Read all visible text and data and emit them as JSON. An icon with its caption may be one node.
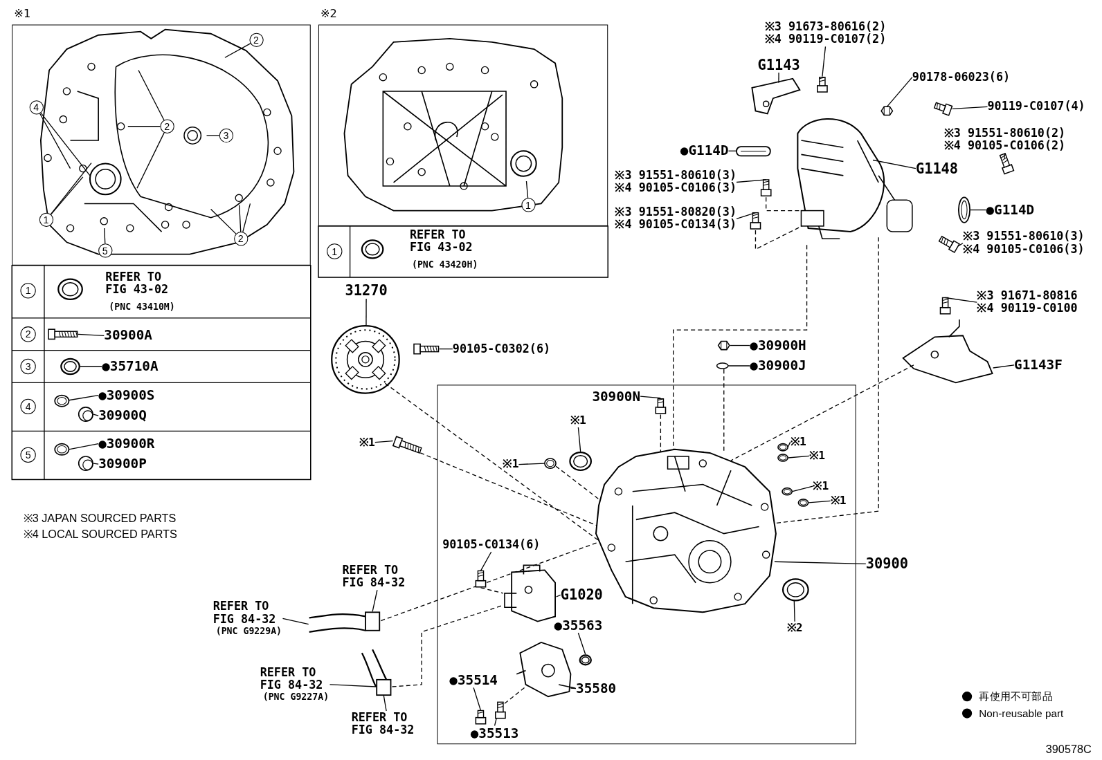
{
  "diagram": {
    "nodes": [
      {
        "text": [
          "※1"
        ]
      },
      {
        "text": [
          "2"
        ],
        "in": 0
      },
      {
        "text": [
          "2"
        ],
        "in": 60
      },
      {
        "text": [
          "3"
        ],
        "in": 60
      },
      {
        "text": [
          "4"
        ],
        "in": 0
      },
      {
        "text": [
          "1"
        ],
        "in": 0
      },
      {
        "text": [
          "5"
        ],
        "in": 0
      },
      {
        "text": [
          "2"
        ],
        "in": 60
      },
      {
        "text": [
          "30900A"
        ]
      },
      {
        "text": [
          "●35710A"
        ]
      },
      {
        "text": [
          "●30900S"
        ]
      },
      {
        "text": [
          "30900Q"
        ]
      },
      {
        "text": [
          "●30900R"
        ]
      },
      {
        "text": [
          "30900P"
        ]
      },
      {
        "text": [
          "※2"
        ]
      },
      {
        "text": [
          "1"
        ],
        "in": 61
      },
      {
        "text": [
          "31270"
        ]
      },
      {
        "text": [
          "90105-C0302(6)"
        ]
      },
      {
        "text": [
          "※3 91673-80616(2)",
          "※4 90119-C0107(2)"
        ]
      },
      {
        "text": [
          "G1143"
        ]
      },
      {
        "text": [
          "90178-06023(6)"
        ]
      },
      {
        "text": [
          "90119-C0107(4)"
        ]
      },
      {
        "text": [
          "※3 91551-80610(2)",
          "※4 90105-C0106(2)"
        ]
      },
      {
        "text": [
          "●G114D"
        ]
      },
      {
        "text": [
          "G1148"
        ]
      },
      {
        "text": [
          "※3 91551-80610(3)",
          "※4 90105-C0106(3)"
        ]
      },
      {
        "text": [
          "※3 91551-80820(3)",
          "※4 90105-C0134(3)"
        ]
      },
      {
        "text": [
          "●G114D"
        ]
      },
      {
        "text": [
          "※3 91551-80610(3)",
          "※4 90105-C0106(3)"
        ]
      },
      {
        "text": [
          "※3 91671-80816",
          "※4 90119-C0100"
        ]
      },
      {
        "text": [
          "G1143F"
        ]
      },
      {
        "text": [
          "●30900H"
        ]
      },
      {
        "text": [
          "●30900J"
        ]
      },
      {
        "text": [
          "※1"
        ]
      },
      {
        "text": [],
        "shape": "box"
      },
      {
        "text": [
          "30900N"
        ],
        "in": 34
      },
      {
        "text": [
          "※1"
        ],
        "in": 34
      },
      {
        "text": [
          "※1"
        ],
        "in": 34
      },
      {
        "text": [
          "※1"
        ],
        "in": 34
      },
      {
        "text": [
          "※1"
        ],
        "in": 34
      },
      {
        "text": [
          "※1"
        ],
        "in": 34
      },
      {
        "text": [
          "※1"
        ],
        "in": 34
      },
      {
        "text": [
          "90105-C0134(6)"
        ],
        "in": 34
      },
      {
        "text": [
          "G1020"
        ],
        "in": 34
      },
      {
        "text": [
          "●35563"
        ],
        "in": 34
      },
      {
        "text": [
          "●35514"
        ],
        "in": 34
      },
      {
        "text": [
          "35580"
        ],
        "in": 34
      },
      {
        "text": [
          "●35513"
        ],
        "in": 34
      },
      {
        "text": [
          "※2"
        ],
        "in": 34
      },
      {
        "text": [
          "30900"
        ]
      },
      {
        "text": [
          "REFER TO FIG 84-32"
        ]
      },
      {
        "text": [
          "REFER TO FIG 84-32",
          "(PNC G9229A)"
        ]
      },
      {
        "text": [
          "REFER TO FIG 84-32",
          "(PNC G9227A)"
        ]
      },
      {
        "text": [
          "REFER TO FIG 84-32"
        ]
      },
      {
        "text": [
          "1"
        ]
      },
      {
        "text": [
          "2"
        ]
      },
      {
        "text": [
          "3"
        ]
      },
      {
        "text": [
          "4"
        ]
      },
      {
        "text": [
          "5"
        ]
      },
      {
        "text": [
          "1"
        ]
      },
      {
        "text": [],
        "shape": "picture",
        "in": 0
      },
      {
        "text": [],
        "shape": "picture",
        "in": 14
      },
      {
        "text": [],
        "shape": "picture"
      },
      {
        "text": [],
        "shape": "picture"
      },
      {
        "text": [],
        "shape": "picture"
      },
      {
        "text": [],
        "shape": "picture"
      },
      {
        "text": [],
        "shape": "picture"
      },
      {
        "text": [],
        "shape": "picture"
      },
      {
        "text": [],
        "shape": "picture"
      },
      {
        "text": [],
        "shape": "picture"
      },
      {
        "text": [],
        "shape": "picture"
      },
      {
        "text": [],
        "shape": "picture"
      },
      {
        "text": [],
        "shape": "picture"
      },
      {
        "text": [],
        "shape": "picture"
      },
      {
        "text": [],
        "shape": "picture"
      },
      {
        "text": [],
        "shape": "picture"
      },
      {
        "text": [],
        "shape": "picture"
      },
      {
        "text": [],
        "shape": "box"
      },
      {
        "text": [],
        "shape": "picture"
      },
      {
        "text": [],
        "shape": "picture"
      },
      {
        "text": [],
        "shape": "circle"
      },
      {
        "text": [],
        "shape": "picture"
      },
      {
        "text": [],
        "shape": "picture"
      },
      {
        "text": [],
        "shape": "picture"
      },
      {
        "text": [],
        "shape": "picture"
      },
      {
        "text": [],
        "shape": "picture"
      },
      {
        "text": [],
        "shape": "picture"
      },
      {
        "text": [],
        "shape": "picture"
      },
      {
        "text": [],
        "shape": "picture",
        "in": 34
      },
      {
        "text": [],
        "shape": "picture",
        "in": 34
      },
      {
        "text": [],
        "shape": "picture",
        "in": 34
      },
      {
        "text": [],
        "shape": "picture",
        "in": 34
      },
      {
        "text": [],
        "shape": "picture",
        "in": 34
      },
      {
        "text": [],
        "shape": "picture",
        "in": 34
      },
      {
        "text": [],
        "shape": "picture",
        "in": 34
      },
      {
        "text": [],
        "shape": "picture",
        "in": 34
      },
      {
        "text": [],
        "shape": "picture",
        "in": 34
      },
      {
        "text": [],
        "shape": "picture",
        "in": 34
      },
      {
        "text": [],
        "shape": "picture",
        "in": 34
      },
      {
        "text": [],
        "shape": "picture",
        "in": 34
      },
      {
        "text": [],
        "shape": "picture",
        "in": 34
      },
      {
        "text": [],
        "shape": "picture",
        "in": 34
      },
      {
        "text": [],
        "shape": "picture",
        "in": 34
      },
      {
        "text": [],
        "shape": "picture"
      },
      {
        "text": [],
        "shape": "picture"
      }
    ],
    "edges": [
      {
        "from": 1,
        "to": 60,
        "arrow": "none"
      },
      {
        "from": 2,
        "to": 60,
        "arrow": "none"
      },
      {
        "from": 2,
        "to": 60,
        "arrow": "none"
      },
      {
        "from": 2,
        "to": 60,
        "arrow": "none"
      },
      {
        "from": 3,
        "to": 60,
        "arrow": "none"
      },
      {
        "from": 4,
        "to": 60,
        "arrow": "none"
      },
      {
        "from": 4,
        "to": 60,
        "arrow": "none"
      },
      {
        "from": 5,
        "to": 60,
        "arrow": "none"
      },
      {
        "from": 5,
        "to": 60,
        "arrow": "none"
      },
      {
        "from": 6,
        "to": 60,
        "arrow": "none"
      },
      {
        "from": 7,
        "to": 60,
        "arrow": "none"
      },
      {
        "from": 7,
        "to": 60,
        "arrow": "none"
      },
      {
        "from": 7,
        "to": 60,
        "arrow": "none"
      },
      {
        "from": 8,
        "to": 63,
        "arrow": "none"
      },
      {
        "from": 9,
        "to": 64,
        "arrow": "none"
      },
      {
        "from": 10,
        "to": 65,
        "arrow": "none"
      },
      {
        "from": 11,
        "to": 66,
        "arrow": "none"
      },
      {
        "from": 12,
        "to": 67,
        "arrow": "none"
      },
      {
        "from": 13,
        "to": 68,
        "arrow": "none"
      },
      {
        "from": 15,
        "to": 61,
        "arrow": "none"
      },
      {
        "from": 16,
        "to": 70,
        "arrow": "none"
      },
      {
        "from": 17,
        "to": 71,
        "arrow": "none"
      },
      {
        "from": 18,
        "to": 73,
        "arrow": "none"
      },
      {
        "from": 19,
        "to": 72,
        "arrow": "none"
      },
      {
        "from": 20,
        "to": 74,
        "arrow": "none"
      },
      {
        "from": 21,
        "to": 75,
        "arrow": "none"
      },
      {
        "from": 22,
        "to": 81,
        "arrow": "none"
      },
      {
        "from": 23,
        "to": 77,
        "arrow": "none"
      },
      {
        "from": 24,
        "to": 76,
        "arrow": "none"
      },
      {
        "from": 25,
        "to": 78,
        "arrow": "none"
      },
      {
        "from": 26,
        "to": 79,
        "arrow": "none"
      },
      {
        "from": 27,
        "to": 80,
        "arrow": "none"
      },
      {
        "from": 28,
        "to": 82,
        "arrow": "none"
      },
      {
        "from": 29,
        "to": 83,
        "arrow": "none"
      },
      {
        "from": 30,
        "to": 84,
        "arrow": "none"
      },
      {
        "from": 31,
        "to": 85,
        "arrow": "none"
      },
      {
        "from": 32,
        "to": 86,
        "arrow": "none"
      },
      {
        "from": 33,
        "to": 87,
        "arrow": "none"
      },
      {
        "from": 35,
        "to": 88,
        "arrow": "none"
      },
      {
        "from": 36,
        "to": 90,
        "arrow": "none"
      },
      {
        "from": 37,
        "to": 89,
        "arrow": "none"
      },
      {
        "from": 38,
        "to": 92,
        "arrow": "none"
      },
      {
        "from": 39,
        "to": 93,
        "arrow": "none"
      },
      {
        "from": 40,
        "to": 94,
        "arrow": "none"
      },
      {
        "from": 41,
        "to": 95,
        "arrow": "none"
      },
      {
        "from": 42,
        "to": 97,
        "arrow": "none"
      },
      {
        "from": 43,
        "to": 98,
        "arrow": "none"
      },
      {
        "from": 44,
        "to": 99,
        "arrow": "none"
      },
      {
        "from": 45,
        "to": 101,
        "arrow": "none"
      },
      {
        "from": 46,
        "to": 100,
        "arrow": "none"
      },
      {
        "from": 47,
        "to": 102,
        "arrow": "none"
      },
      {
        "from": 48,
        "to": 96,
        "arrow": "none"
      },
      {
        "from": 49,
        "to": 91,
        "arrow": "none"
      },
      {
        "from": 50,
        "to": 103,
        "arrow": "none"
      },
      {
        "from": 51,
        "to": 103,
        "arrow": "none"
      },
      {
        "from": 52,
        "to": 104,
        "arrow": "none"
      },
      {
        "from": 53,
        "to": 104,
        "arrow": "none"
      },
      {
        "from": 70,
        "to": 91,
        "arrow": "none",
        "style": "dashed"
      },
      {
        "from": 87,
        "to": 91,
        "arrow": "none",
        "style": "dashed"
      },
      {
        "from": 76,
        "to": 91,
        "arrow": "none",
        "style": "dashed"
      },
      {
        "from": 76,
        "to": 91,
        "arrow": "none",
        "style": "dashed"
      },
      {
        "from": 86,
        "to": 91,
        "arrow": "none",
        "style": "dashed"
      },
      {
        "from": 84,
        "to": 91,
        "arrow": "none",
        "style": "dashed"
      },
      {
        "from": 78,
        "to": 76,
        "arrow": "none",
        "style": "dashed"
      },
      {
        "from": 79,
        "to": 76,
        "arrow": "none",
        "style": "dashed"
      },
      {
        "from": 103,
        "to": 91,
        "arrow": "none",
        "style": "dashed"
      },
      {
        "from": 104,
        "to": 98,
        "arrow": "none",
        "style": "dashed"
      },
      {
        "from": 97,
        "to": 98,
        "arrow": "none",
        "style": "dashed"
      },
      {
        "from": 102,
        "to": 100,
        "arrow": "none",
        "style": "dashed"
      },
      {
        "from": 88,
        "to": 91,
        "arrow": "none",
        "style": "dashed"
      },
      {
        "from": 89,
        "to": 91,
        "arrow": "none",
        "style": "dashed"
      }
    ],
    "labels": [
      "REFER TO FIG 43-02",
      "(PNC 43410M)",
      "REFER TO FIG 43-02",
      "(PNC 43420H)",
      "※3 JAPAN SOURCED PARTS",
      "※4 LOCAL SOURCED PARTS",
      "390578C"
    ],
    "legend": [
      {
        "text": "再使用不可部品",
        "color": "#000000"
      },
      {
        "text": "Non-reusable part",
        "color": "#000000"
      }
    ]
  }
}
